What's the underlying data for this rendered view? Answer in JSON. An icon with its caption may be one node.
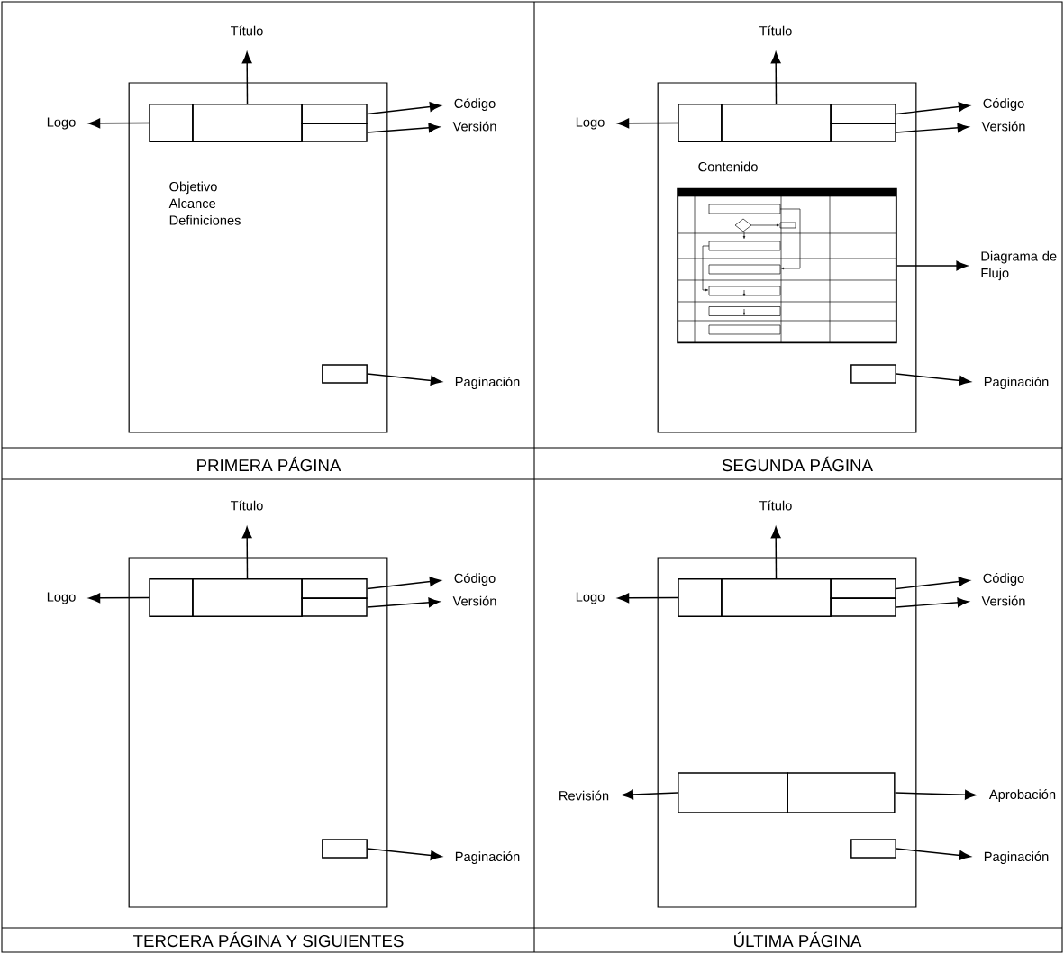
{
  "diagram": {
    "nodes": [
      {
        "text": [
          "Objetivo Alcance Definiciones"
        ]
      },
      {
        "text": [],
        "shape": "box",
        "in": 0
      },
      {
        "text": [],
        "shape": "box",
        "in": 0
      },
      {
        "text": [],
        "shape": "box",
        "in": 0
      },
      {
        "text": [],
        "shape": "box",
        "in": 0
      },
      {
        "text": [],
        "shape": "box",
        "in": 0
      },
      {
        "text": [
          "Título"
        ]
      },
      {
        "text": [
          "Logo"
        ]
      },
      {
        "text": [
          "Código"
        ]
      },
      {
        "text": [
          "Versión"
        ]
      },
      {
        "text": [
          "Paginación"
        ]
      },
      {
        "text": [
          "Contenido"
        ]
      },
      {
        "text": [],
        "shape": "box",
        "in": 11
      },
      {
        "text": [],
        "shape": "box",
        "in": 11
      },
      {
        "text": [],
        "shape": "box",
        "in": 11
      },
      {
        "text": [],
        "shape": "box",
        "in": 11
      },
      {
        "text": [],
        "shape": "picture",
        "in": 11
      },
      {
        "text": [],
        "shape": "box",
        "in": 11
      },
      {
        "text": [
          "Título"
        ]
      },
      {
        "text": [
          "Logo"
        ]
      },
      {
        "text": [
          "Código"
        ]
      },
      {
        "text": [
          "Versión"
        ]
      },
      {
        "text": [
          "Diagrama de Flujo"
        ]
      },
      {
        "text": [
          "Paginación"
        ]
      },
      {
        "text": [],
        "shape": "box"
      },
      {
        "text": [],
        "shape": "box",
        "in": 24
      },
      {
        "text": [],
        "shape": "box",
        "in": 24
      },
      {
        "text": [],
        "shape": "box",
        "in": 24
      },
      {
        "text": [],
        "shape": "box",
        "in": 24
      },
      {
        "text": [],
        "shape": "box",
        "in": 24
      },
      {
        "text": [
          "Título"
        ]
      },
      {
        "text": [
          "Logo"
        ]
      },
      {
        "text": [
          "Código"
        ]
      },
      {
        "text": [
          "Versión"
        ]
      },
      {
        "text": [
          "Paginación"
        ]
      },
      {
        "text": [],
        "shape": "box"
      },
      {
        "text": [],
        "shape": "box",
        "in": 35
      },
      {
        "text": [],
        "shape": "box",
        "in": 35
      },
      {
        "text": [],
        "shape": "box",
        "in": 35
      },
      {
        "text": [],
        "shape": "box",
        "in": 35
      },
      {
        "text": [],
        "shape": "box",
        "in": 35
      },
      {
        "text": [],
        "shape": "box",
        "in": 35
      },
      {
        "text": [],
        "shape": "box",
        "in": 35
      },
      {
        "text": [
          "Título"
        ]
      },
      {
        "text": [
          "Logo"
        ]
      },
      {
        "text": [
          "Código"
        ]
      },
      {
        "text": [
          "Versión"
        ]
      },
      {
        "text": [
          "Revisión"
        ]
      },
      {
        "text": [
          "Aprobación"
        ]
      },
      {
        "text": [
          "Paginación"
        ]
      }
    ],
    "edges": [
      {
        "from": 2,
        "to": 6,
        "arrow": "to"
      },
      {
        "from": 1,
        "to": 7,
        "arrow": "to"
      },
      {
        "from": 3,
        "to": 8,
        "arrow": "to"
      },
      {
        "from": 4,
        "to": 9,
        "arrow": "to"
      },
      {
        "from": 5,
        "to": 10,
        "arrow": "to"
      },
      {
        "from": 13,
        "to": 18,
        "arrow": "to"
      },
      {
        "from": 12,
        "to": 19,
        "arrow": "to"
      },
      {
        "from": 14,
        "to": 20,
        "arrow": "to"
      },
      {
        "from": 15,
        "to": 21,
        "arrow": "to"
      },
      {
        "from": 16,
        "to": 22,
        "arrow": "to"
      },
      {
        "from": 17,
        "to": 23,
        "arrow": "to"
      },
      {
        "from": 26,
        "to": 30,
        "arrow": "to"
      },
      {
        "from": 25,
        "to": 31,
        "arrow": "to"
      },
      {
        "from": 27,
        "to": 32,
        "arrow": "to"
      },
      {
        "from": 28,
        "to": 33,
        "arrow": "to"
      },
      {
        "from": 29,
        "to": 34,
        "arrow": "to"
      },
      {
        "from": 37,
        "to": 43,
        "arrow": "to"
      },
      {
        "from": 36,
        "to": 44,
        "arrow": "to"
      },
      {
        "from": 38,
        "to": 45,
        "arrow": "to"
      },
      {
        "from": 39,
        "to": 46,
        "arrow": "to"
      },
      {
        "from": 40,
        "to": 47,
        "arrow": "to"
      },
      {
        "from": 41,
        "to": 48,
        "arrow": "to"
      },
      {
        "from": 42,
        "to": 49,
        "arrow": "to"
      }
    ],
    "labels": [
      "PRIMERA PÁGINA",
      "SEGUNDA PÁGINA",
      "TERCERA PÁGINA Y SIGUIENTES",
      "ÚLTIMA PÁGINA"
    ]
  }
}
